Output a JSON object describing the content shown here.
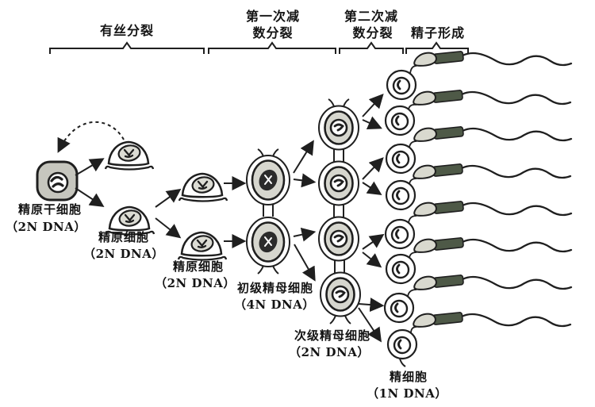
{
  "stages": [
    {
      "label": "有丝分裂"
    },
    {
      "line1": "第一次减",
      "line2": "数分裂"
    },
    {
      "line1": "第二次减",
      "line2": "数分裂"
    },
    {
      "label": "精子形成"
    }
  ],
  "cells": {
    "stem_cell": {
      "name": "精原干细胞",
      "dna": "（2N DNA）"
    },
    "spermatogonium_1": {
      "name": "精原细胞",
      "dna": "（2N DNA）"
    },
    "spermatogonium_2": {
      "name": "精原细胞",
      "dna": "（2N DNA）"
    },
    "primary_spermatocyte": {
      "name": "初级精母细胞",
      "dna": "（4N DNA）"
    },
    "secondary_spermatocyte": {
      "name": "次级精母细胞",
      "dna": "（2N DNA）"
    },
    "spermatid": {
      "name": "精细胞",
      "dna": "（1N DNA）"
    }
  },
  "colors": {
    "line": "#1f1f1f",
    "stem_cell_fill": "#c6c6be",
    "cytoplasm_fill": "#d6d6ce",
    "nucleus_dark": "#2b2b2b",
    "sperm_head_fill": "#d9d9cf",
    "sperm_midpiece_fill": "#4e5947",
    "background": "#ffffff"
  }
}
